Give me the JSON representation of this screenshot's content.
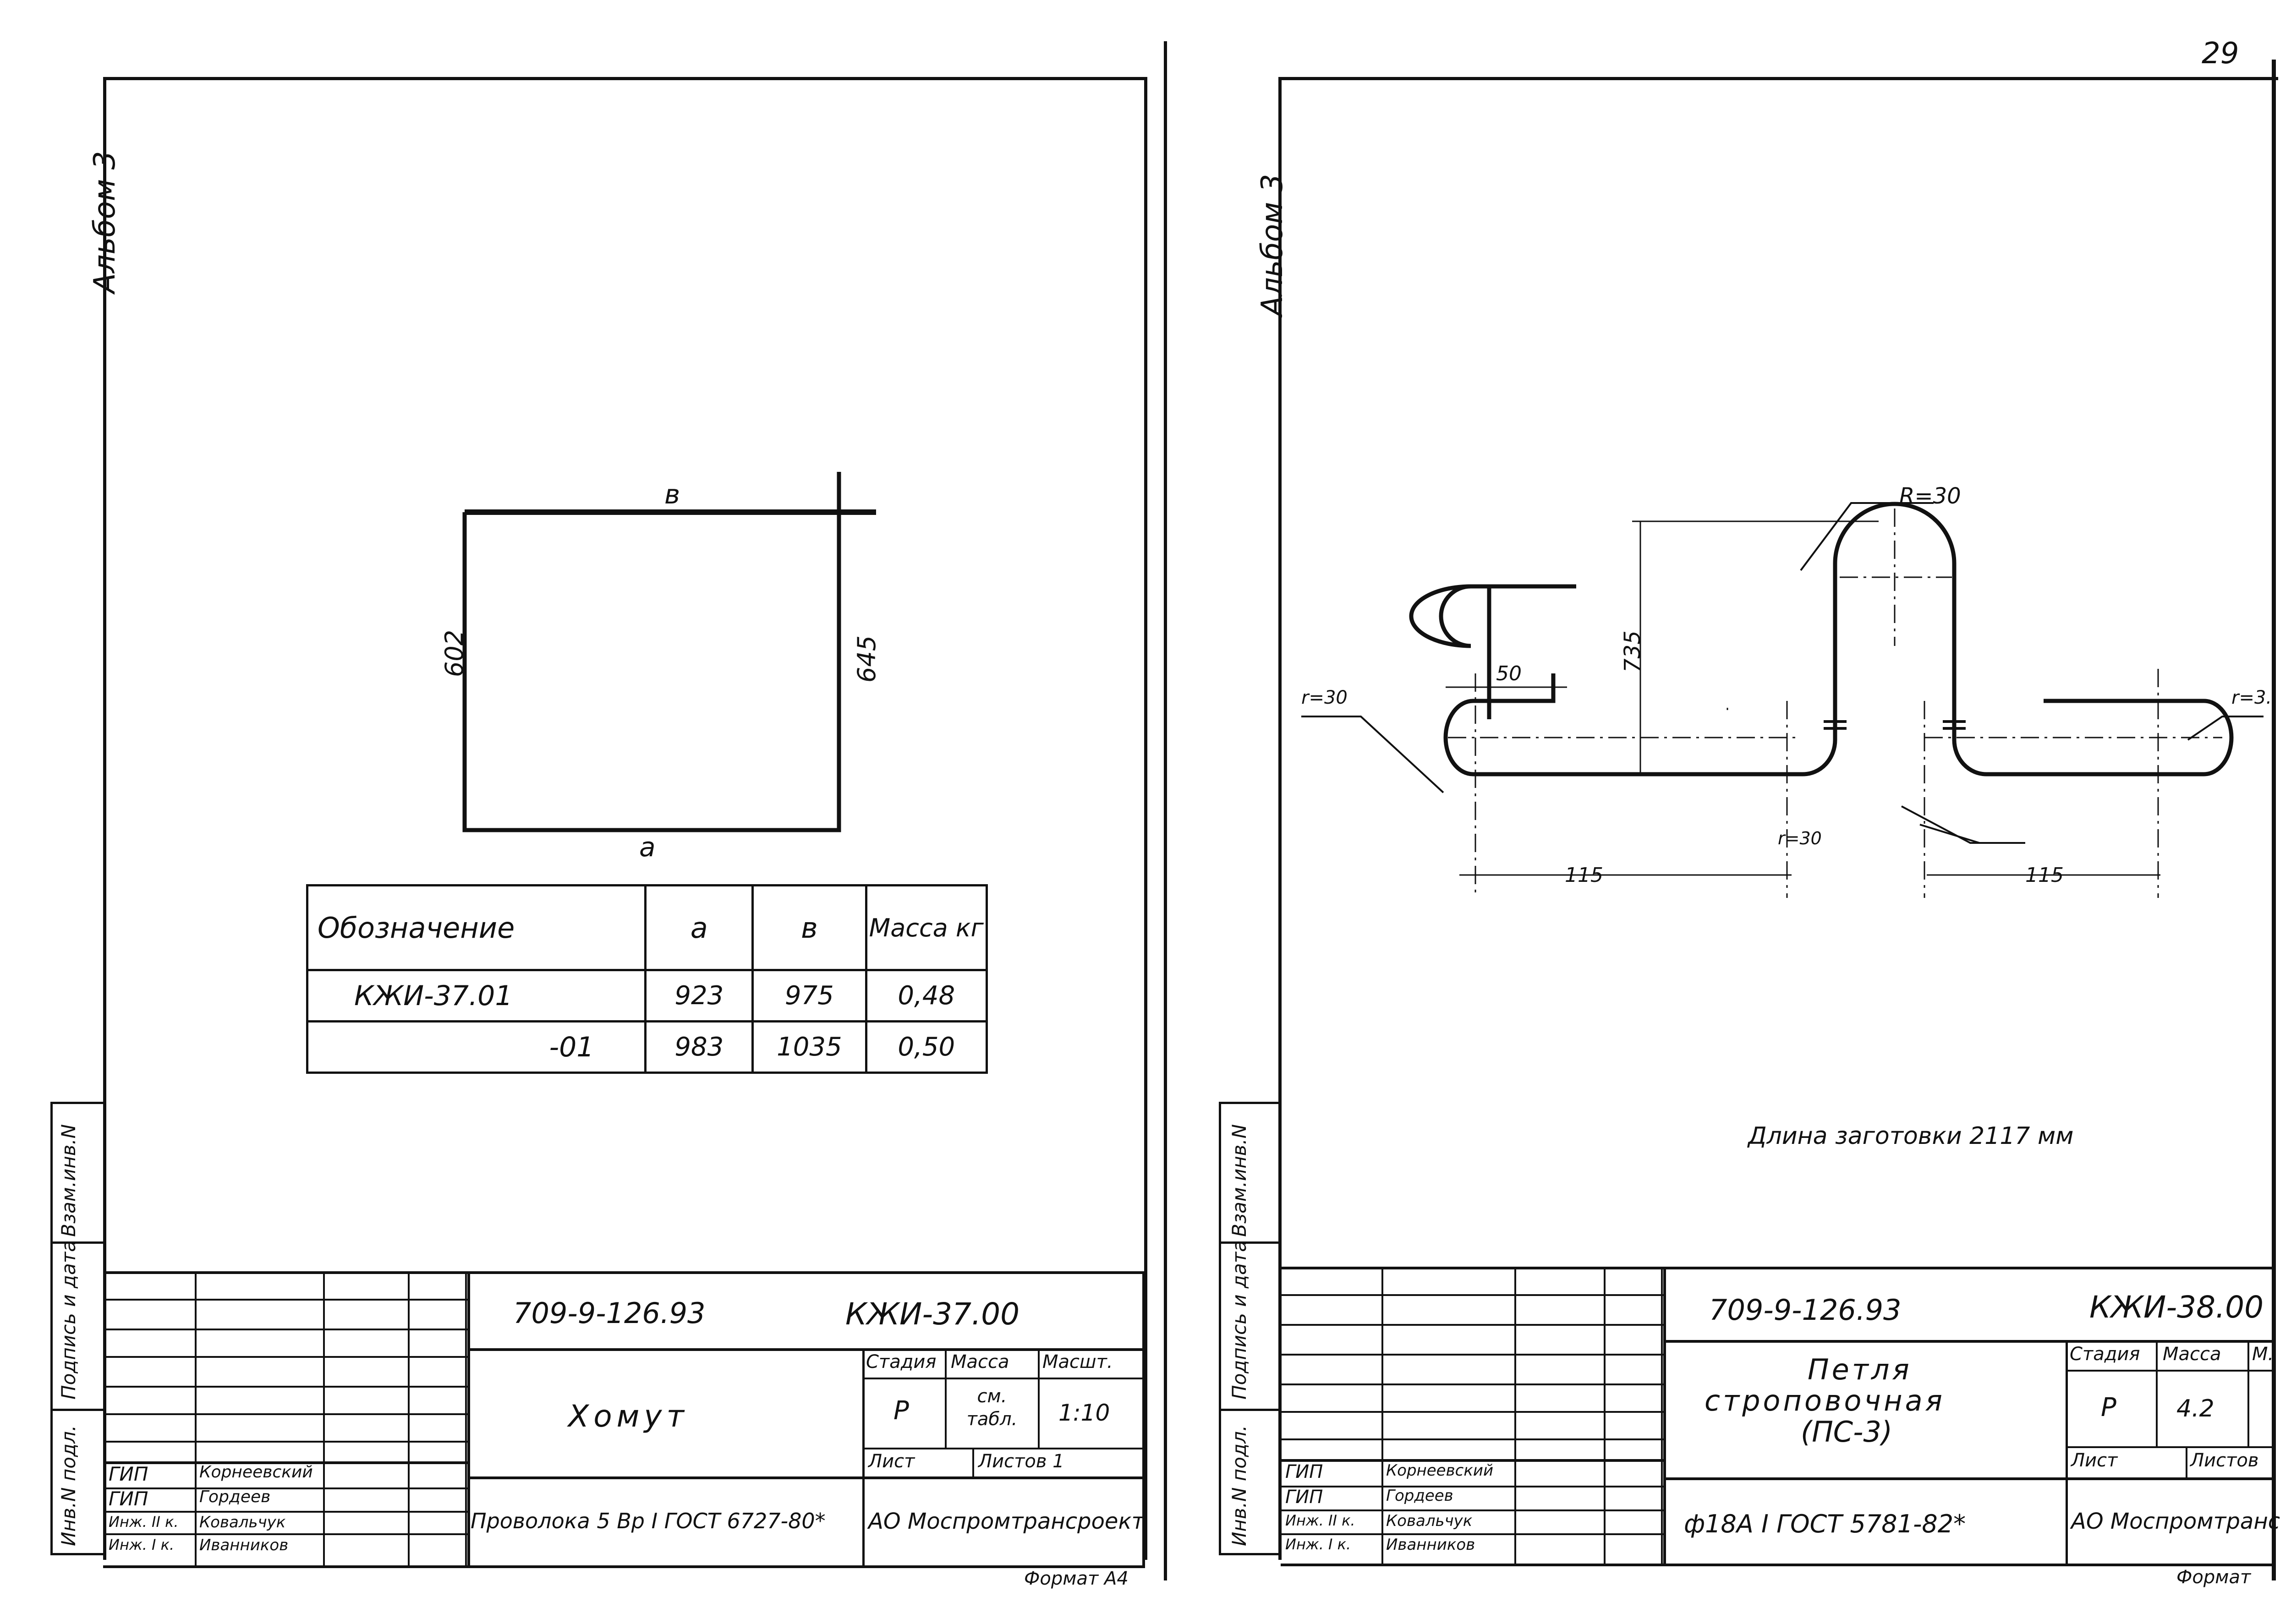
{
  "page_number": "29",
  "left": {
    "album": "Альбом 3",
    "side_labels": [
      "Взам.инв.N",
      "Подпись и дата",
      "Инв.N подл."
    ],
    "drawing_labels": {
      "top": "в",
      "bottom": "а",
      "left_dim": "602",
      "right_dim": "645"
    },
    "table": {
      "headers": [
        "Обозначение",
        "а",
        "в",
        "Масса кг"
      ],
      "rows": [
        [
          "КЖИ-37.01",
          "923",
          "975",
          "0,48"
        ],
        [
          "-01",
          "983",
          "1035",
          "0,50"
        ]
      ]
    },
    "title_block": {
      "doc_code": "709-9-126.93",
      "sheet_code": "КЖИ-37.00",
      "name": "Хомут",
      "material": "Проволока 5 Вр I ГОСТ 6727-80*",
      "org": "АО Моспромтрансроект",
      "col_stage": "Стадия",
      "col_mass": "Масса",
      "col_scale": "Масшт.",
      "stage": "Р",
      "mass": "см. табл.",
      "scale": "1:10",
      "sheet": "Лист",
      "sheets": "Листов 1",
      "roles": [
        "ГИП",
        "ГИП",
        "Инж. II к.",
        "Инж. I к."
      ],
      "names": [
        "Корнеевский",
        "Гордеев",
        "Ковальчук",
        "Иванников"
      ],
      "format": "Формат А4"
    }
  },
  "right": {
    "album": "Альбом 3",
    "side_labels": [
      "Взам.инв.N",
      "Подпись и дата",
      "Инв.N подл."
    ],
    "dims": {
      "r_left": "r=30",
      "r_right": "r=3.",
      "r_mid": "r=30",
      "R_top": "R=30",
      "d50": "50",
      "d735": "735",
      "d115_left": "115",
      "d115_right": "115"
    },
    "blank_length": "Длина заготовки 2117 мм",
    "title_block": {
      "doc_code": "709-9-126.93",
      "sheet_code": "КЖИ-38.00",
      "name_line1": "Петля",
      "name_line2": "строповочная",
      "name_line3": "(ПС-3)",
      "material": "ф18А I ГОСТ 5781-82*",
      "org": "АО Моспромтранс",
      "col_stage": "Стадия",
      "col_mass": "Масса",
      "col_scale": "М.",
      "stage": "Р",
      "mass": "4.2",
      "sheet": "Лист",
      "sheets": "Листов",
      "roles": [
        "ГИП",
        "ГИП",
        "Инж. II к.",
        "Инж. I к."
      ],
      "names": [
        "Корнеевский",
        "Гордеев",
        "Ковальчук",
        "Иванников"
      ],
      "format": "Формат"
    }
  }
}
